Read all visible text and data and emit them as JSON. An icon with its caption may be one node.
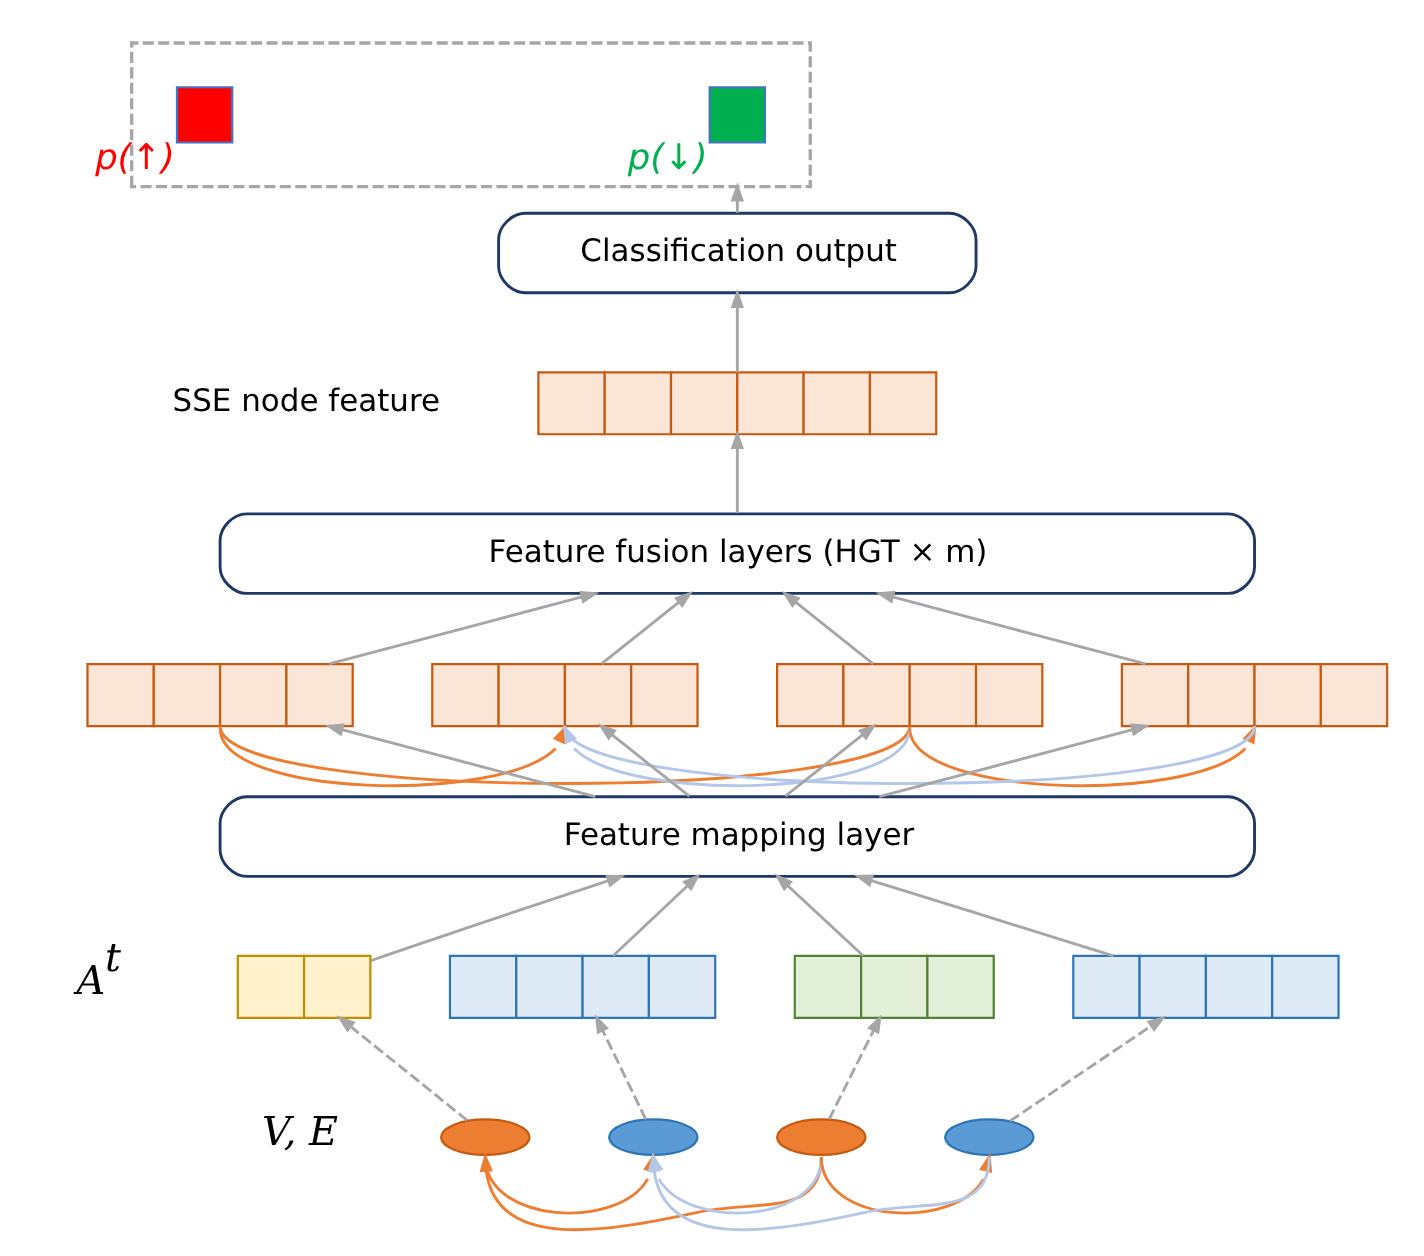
{
  "diagram": {
    "nodes": [
      {
        "text": [],
        "shape": "box"
      },
      {
        "text": [],
        "shape": "box",
        "in": 0,
        "beside": [
          "p(↑)"
        ]
      },
      {
        "text": [],
        "shape": "box",
        "in": 0,
        "beside": [
          "p(↓)"
        ]
      },
      {
        "text": [
          "Classification output"
        ]
      },
      {
        "text": [],
        "shape": "bar",
        "beside": [
          "SSE node feature"
        ]
      },
      {
        "text": [
          "Feature fusion layers (HGT × m)"
        ]
      },
      {
        "text": [],
        "shape": "bar"
      },
      {
        "text": [],
        "shape": "bar"
      },
      {
        "text": [],
        "shape": "bar"
      },
      {
        "text": [],
        "shape": "bar"
      },
      {
        "text": [
          "Feature mapping layer"
        ]
      },
      {
        "text": [],
        "shape": "bar"
      },
      {
        "text": [],
        "shape": "bar"
      },
      {
        "text": [],
        "shape": "bar"
      },
      {
        "text": [],
        "shape": "bar"
      },
      {
        "text": [],
        "shape": "ellipse"
      },
      {
        "text": [],
        "shape": "ellipse"
      },
      {
        "text": [],
        "shape": "ellipse"
      },
      {
        "text": [],
        "shape": "ellipse"
      }
    ],
    "edges": [
      {
        "from": 15,
        "to": 11,
        "arrow": "to",
        "style": "dashed"
      },
      {
        "from": 16,
        "to": 12,
        "arrow": "to",
        "style": "dashed"
      },
      {
        "from": 17,
        "to": 13,
        "arrow": "to",
        "style": "dashed"
      },
      {
        "from": 18,
        "to": 14,
        "arrow": "to",
        "style": "dashed"
      },
      {
        "from": 15,
        "to": 16,
        "arrow": "to",
        "color": "#ed7d31"
      },
      {
        "from": 17,
        "to": 16,
        "arrow": "to",
        "color": "#b4c7e7"
      },
      {
        "from": 17,
        "to": 18,
        "arrow": "to",
        "color": "#ed7d31"
      },
      {
        "from": 17,
        "to": 15,
        "arrow": "to",
        "color": "#ed7d31"
      },
      {
        "from": 18,
        "to": 16,
        "arrow": "to",
        "color": "#b4c7e7"
      },
      {
        "from": 11,
        "to": 10,
        "arrow": "to"
      },
      {
        "from": 12,
        "to": 10,
        "arrow": "to"
      },
      {
        "from": 13,
        "to": 10,
        "arrow": "to"
      },
      {
        "from": 14,
        "to": 10,
        "arrow": "to"
      },
      {
        "from": 10,
        "to": 6,
        "arrow": "to"
      },
      {
        "from": 10,
        "to": 7,
        "arrow": "to"
      },
      {
        "from": 10,
        "to": 8,
        "arrow": "to"
      },
      {
        "from": 10,
        "to": 9,
        "arrow": "to"
      },
      {
        "from": 6,
        "to": 7,
        "arrow": "to",
        "color": "#ed7d31"
      },
      {
        "from": 8,
        "to": 7,
        "arrow": "to",
        "color": "#b4c7e7"
      },
      {
        "from": 8,
        "to": 9,
        "arrow": "to",
        "color": "#ed7d31"
      },
      {
        "from": 8,
        "to": 6,
        "arrow": "none",
        "color": "#ed7d31"
      },
      {
        "from": 9,
        "to": 7,
        "arrow": "none",
        "color": "#b4c7e7"
      },
      {
        "from": 6,
        "to": 5,
        "arrow": "to"
      },
      {
        "from": 7,
        "to": 5,
        "arrow": "to"
      },
      {
        "from": 8,
        "to": 5,
        "arrow": "to"
      },
      {
        "from": 9,
        "to": 5,
        "arrow": "to"
      },
      {
        "from": 5,
        "to": 4,
        "arrow": "to"
      },
      {
        "from": 4,
        "to": 3,
        "arrow": "to"
      },
      {
        "from": 3,
        "to": 0,
        "arrow": "to"
      }
    ],
    "labels": [
      "A$^{t}$",
      "V, E"
    ]
  }
}
